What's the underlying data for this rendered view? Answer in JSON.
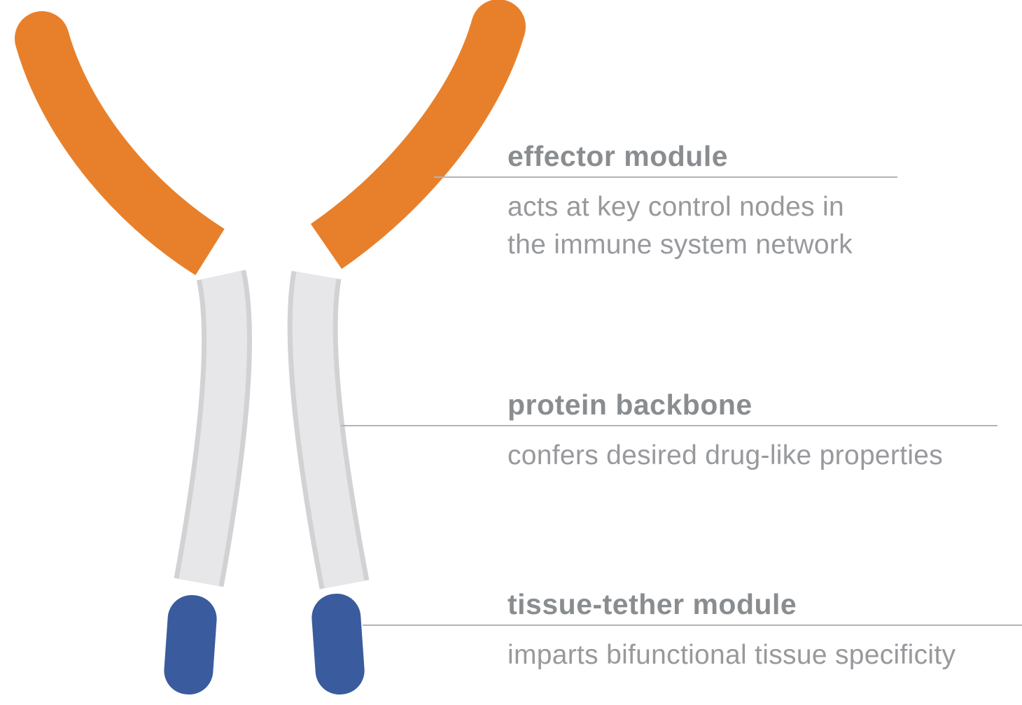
{
  "colors": {
    "effector": "#E8802B",
    "backbone_edge": "#D2D2D5",
    "backbone_fill": "#E7E7E9",
    "tether": "#3A5B9D",
    "heading_text": "#8A8D90",
    "body_text": "#97999C",
    "leader_line": "#B4B4B6",
    "background": "#FFFFFF"
  },
  "annotations": [
    {
      "title": "effector module",
      "description": "acts at key control nodes in\nthe immune system network"
    },
    {
      "title": "protein backbone",
      "description": "confers desired drug-like properties"
    },
    {
      "title": "tissue-tether module",
      "description": "imparts bifunctional tissue specificity"
    }
  ]
}
